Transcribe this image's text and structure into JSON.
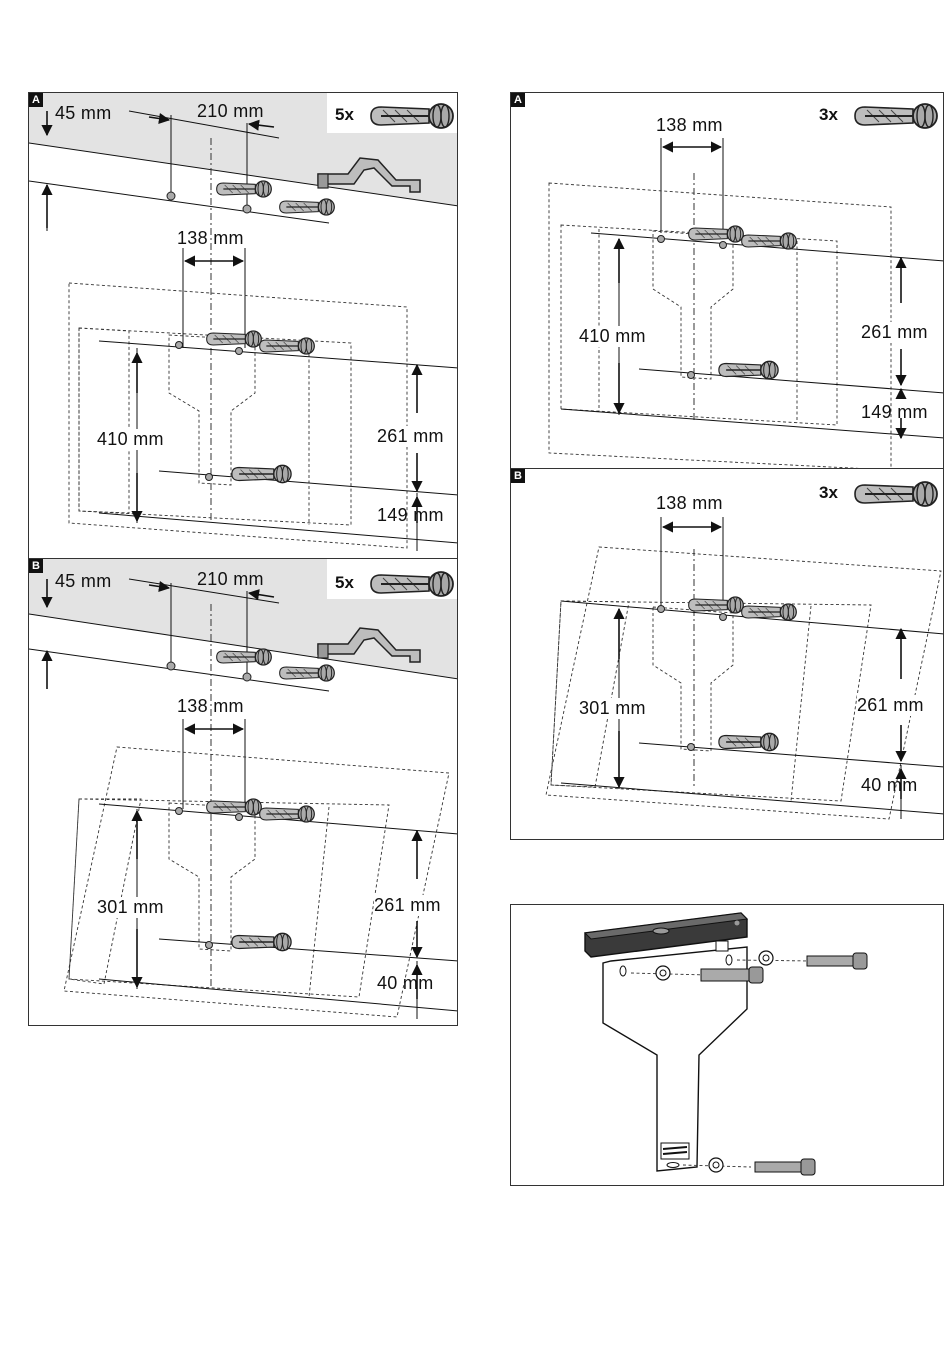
{
  "panels": {
    "left": {
      "A": {
        "label": "A",
        "qty": "5x",
        "dims": {
          "top_offset": "45 mm",
          "bracket_spacing": "210 mm",
          "plate_spacing": "138 mm",
          "height": "410 mm",
          "upper": "261 mm",
          "lower": "149 mm"
        }
      },
      "B": {
        "label": "B",
        "qty": "5x",
        "dims": {
          "top_offset": "45 mm",
          "bracket_spacing": "210 mm",
          "plate_spacing": "138 mm",
          "height": "301 mm",
          "upper": "261 mm",
          "lower": "40 mm"
        }
      }
    },
    "right": {
      "A": {
        "label": "A",
        "qty": "3x",
        "dims": {
          "plate_spacing": "138 mm",
          "height": "410 mm",
          "upper": "261 mm",
          "lower": "149 mm"
        }
      },
      "B": {
        "label": "B",
        "qty": "3x",
        "dims": {
          "plate_spacing": "138 mm",
          "height": "301 mm",
          "upper": "261 mm",
          "lower": "40 mm"
        }
      }
    }
  }
}
